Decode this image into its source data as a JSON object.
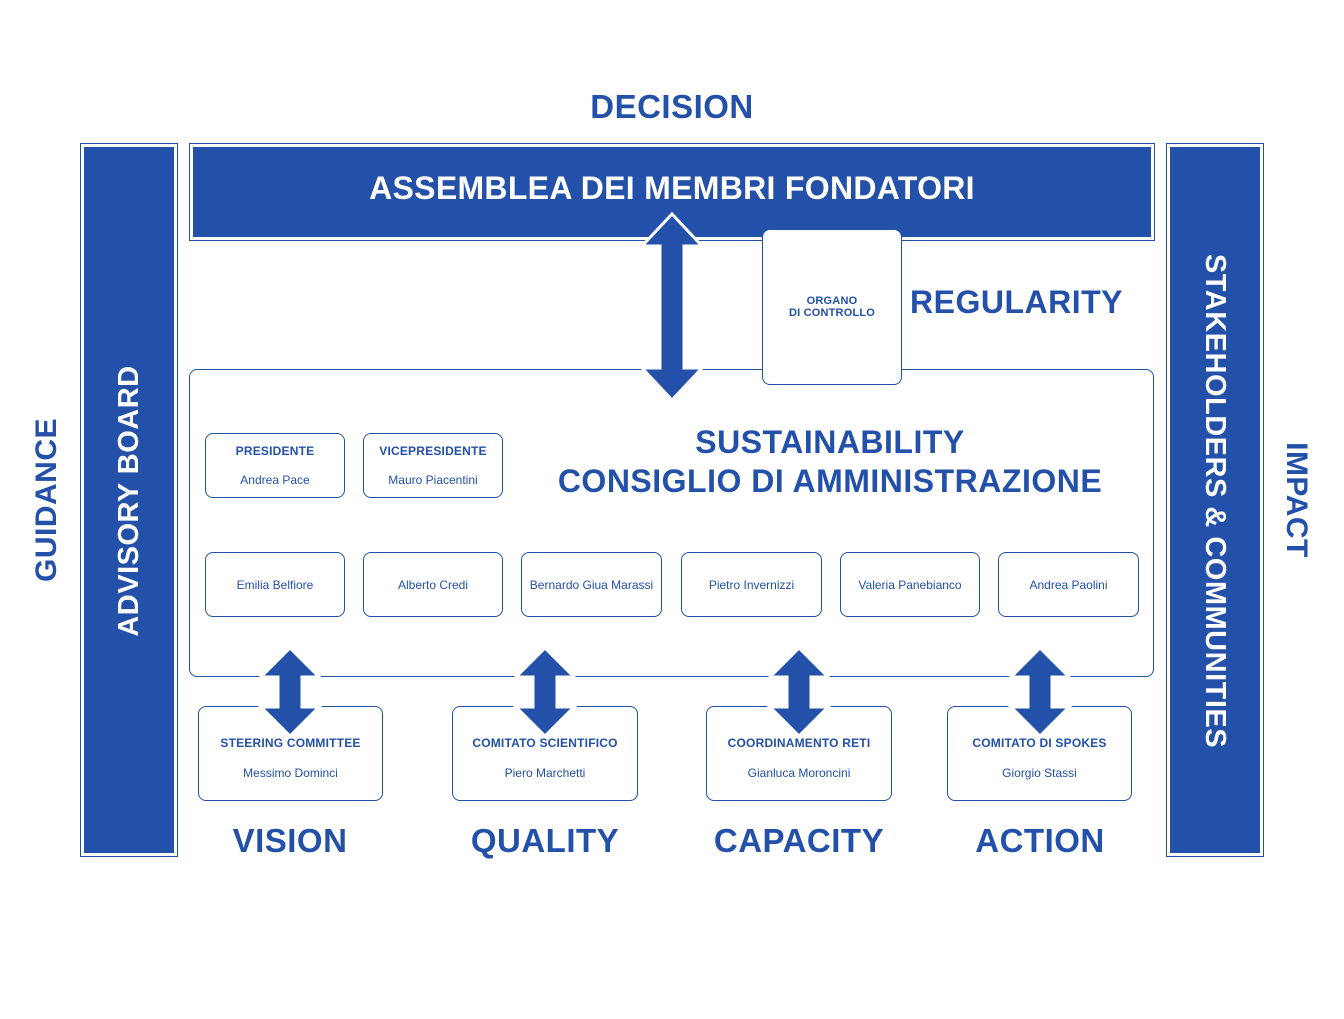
{
  "colors": {
    "primary": "#2350a8",
    "background": "#ffffff"
  },
  "labels": {
    "decision": "DECISION",
    "guidance": "GUIDANCE",
    "impact": "IMPACT",
    "regularity": "REGULARITY",
    "vision": "VISION",
    "quality": "QUALITY",
    "capacity": "CAPACITY",
    "action": "ACTION"
  },
  "side_bars": {
    "left": "ADVISORY BOARD",
    "right": "STAKEHOLDERS & COMMUNITIES"
  },
  "assembly": {
    "title": "ASSEMBLEA DEI MEMBRI FONDATORI"
  },
  "control_body": {
    "line1": "ORGANO",
    "line2": "DI CONTROLLO"
  },
  "board": {
    "title_line1": "SUSTAINABILITY",
    "title_line2": "CONSIGLIO DI AMMINISTRAZIONE",
    "president": {
      "role": "PRESIDENTE",
      "name": "Andrea Pace"
    },
    "vice_president": {
      "role": "VICEPRESIDENTE",
      "name": "Mauro Piacentini"
    },
    "members": [
      "Emilia Belfiore",
      "Alberto Credi",
      "Bernardo Giua Marassi",
      "Pietro Invernizzi",
      "Valeria Panebianco",
      "Andrea Paolini"
    ]
  },
  "committees": [
    {
      "role": "STEERING COMMITTEE",
      "name": "Messimo Dominci"
    },
    {
      "role": "COMITATO SCIENTIFICO",
      "name": "Piero Marchetti"
    },
    {
      "role": "COORDINAMENTO RETI",
      "name": "Gianluca Moroncini"
    },
    {
      "role": "COMITATO DI SPOKES",
      "name": "Giorgio Stassi"
    }
  ]
}
